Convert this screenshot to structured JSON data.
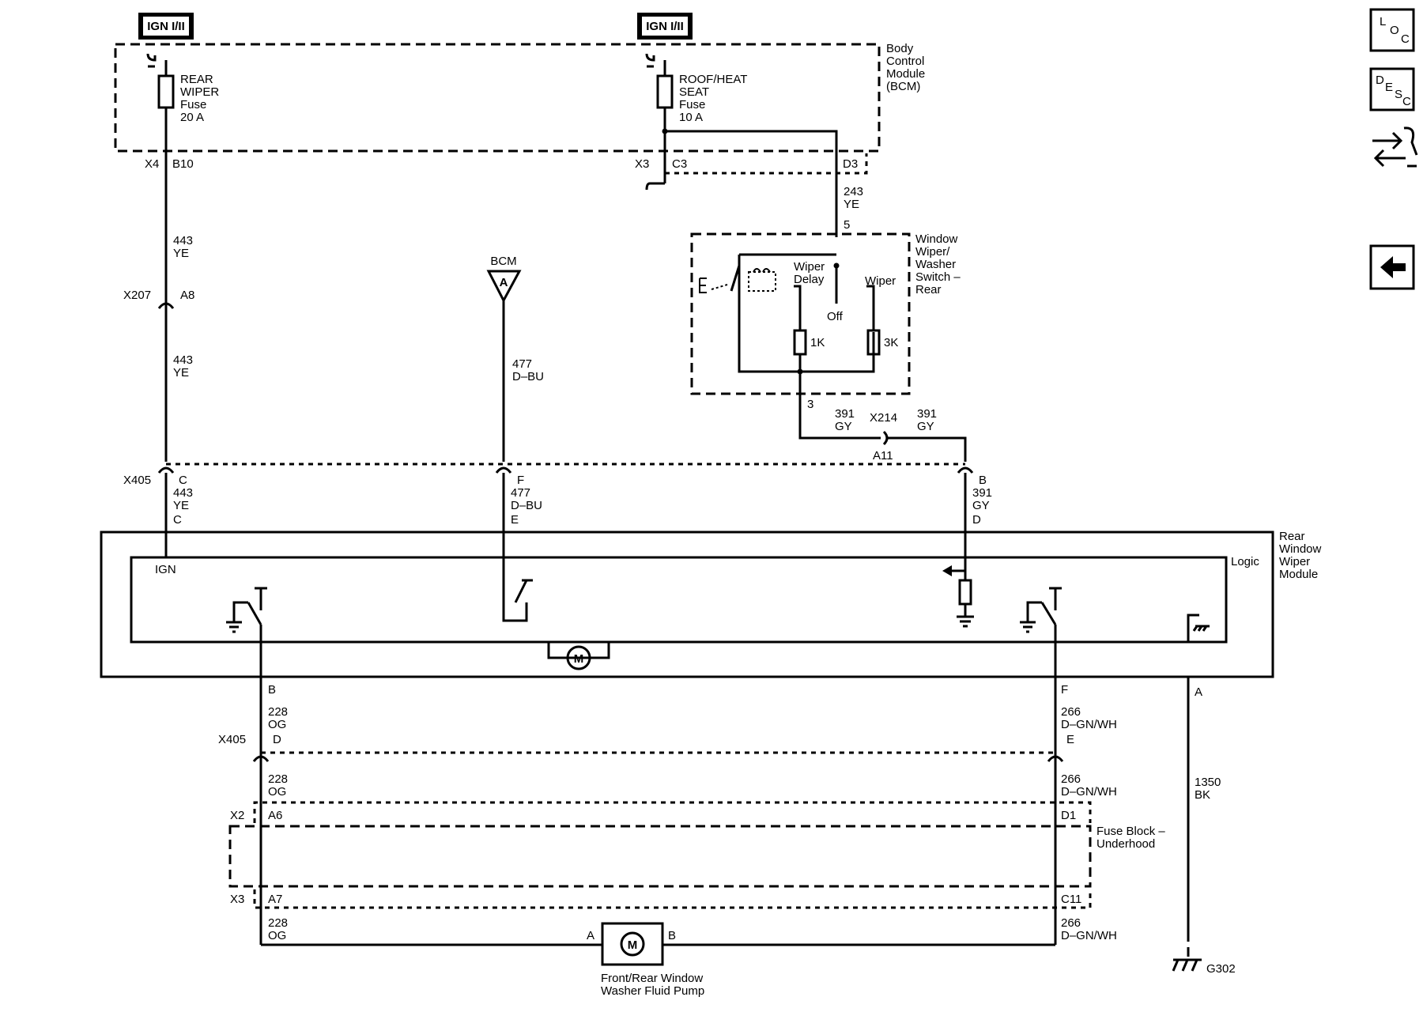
{
  "ign_label": "IGN I/II",
  "bcm": {
    "title": [
      "Body",
      "Control",
      "Module",
      "(BCM)"
    ]
  },
  "fuse_rear": {
    "lines": [
      "REAR",
      "WIPER",
      "Fuse",
      "20 A"
    ]
  },
  "fuse_roof": {
    "lines": [
      "ROOF/HEAT",
      "SEAT",
      "Fuse",
      "10 A"
    ]
  },
  "conn": {
    "x4": "X4",
    "b10": "B10",
    "x3_top": "X3",
    "c3": "C3",
    "d3": "D3",
    "x207": "X207",
    "a8": "A8",
    "x405_top": "X405",
    "c_top": "C",
    "f_top": "F",
    "b_top": "B",
    "c_mod": "C",
    "e_mod": "E",
    "d_mod": "D",
    "x214": "X214",
    "a11": "A11",
    "pin5": "5",
    "pin3": "3",
    "b_bot": "B",
    "f_bot": "F",
    "a_bot": "A",
    "x405_bot": "X405",
    "d_bot": "D",
    "e_bot": "E",
    "x2": "X2",
    "a6": "A6",
    "d1": "D1",
    "x3_bot": "X3",
    "a7": "A7",
    "c11": "C11",
    "pump_a": "A",
    "pump_b": "B"
  },
  "wires": {
    "w443_a": [
      "443",
      "YE"
    ],
    "w443_b": [
      "443",
      "YE"
    ],
    "w443_c": [
      "443",
      "YE"
    ],
    "w243": [
      "243",
      "YE"
    ],
    "w477_a": [
      "477",
      "D–BU"
    ],
    "w477_b": [
      "477",
      "D–BU"
    ],
    "w391_a": [
      "391",
      "GY"
    ],
    "w391_b": [
      "391",
      "GY"
    ],
    "w391_c": [
      "391",
      "GY"
    ],
    "w228_a": [
      "228",
      "OG"
    ],
    "w228_b": [
      "228",
      "OG"
    ],
    "w228_c": [
      "228",
      "OG"
    ],
    "w266_a": [
      "266",
      "D–GN/WH"
    ],
    "w266_b": [
      "266",
      "D–GN/WH"
    ],
    "w266_c": [
      "266",
      "D–GN/WH"
    ],
    "w1350": [
      "1350",
      "BK"
    ]
  },
  "bcm_ref": {
    "label": "BCM",
    "letter": "A"
  },
  "switch": {
    "title": [
      "Window",
      "Wiper/",
      "Washer",
      "Switch –",
      "Rear"
    ],
    "wiper_delay": [
      "Wiper",
      "Delay"
    ],
    "wiper": "Wiper",
    "off": "Off",
    "r1": "1K",
    "r2": "3K"
  },
  "module": {
    "title": [
      "Rear",
      "Window",
      "Wiper",
      "Module"
    ],
    "logic": "Logic",
    "ign": "IGN",
    "motor": "M"
  },
  "fuse_block": {
    "title": [
      "Fuse Block –",
      "Underhood"
    ]
  },
  "pump": {
    "motor": "M",
    "title": [
      "Front/Rear Window",
      "Washer Fluid Pump"
    ]
  },
  "ground": {
    "label": "G302"
  },
  "sidebar": {
    "loc": [
      "L",
      "O",
      "C"
    ],
    "desc": [
      "D",
      "E",
      "S",
      "C"
    ]
  }
}
